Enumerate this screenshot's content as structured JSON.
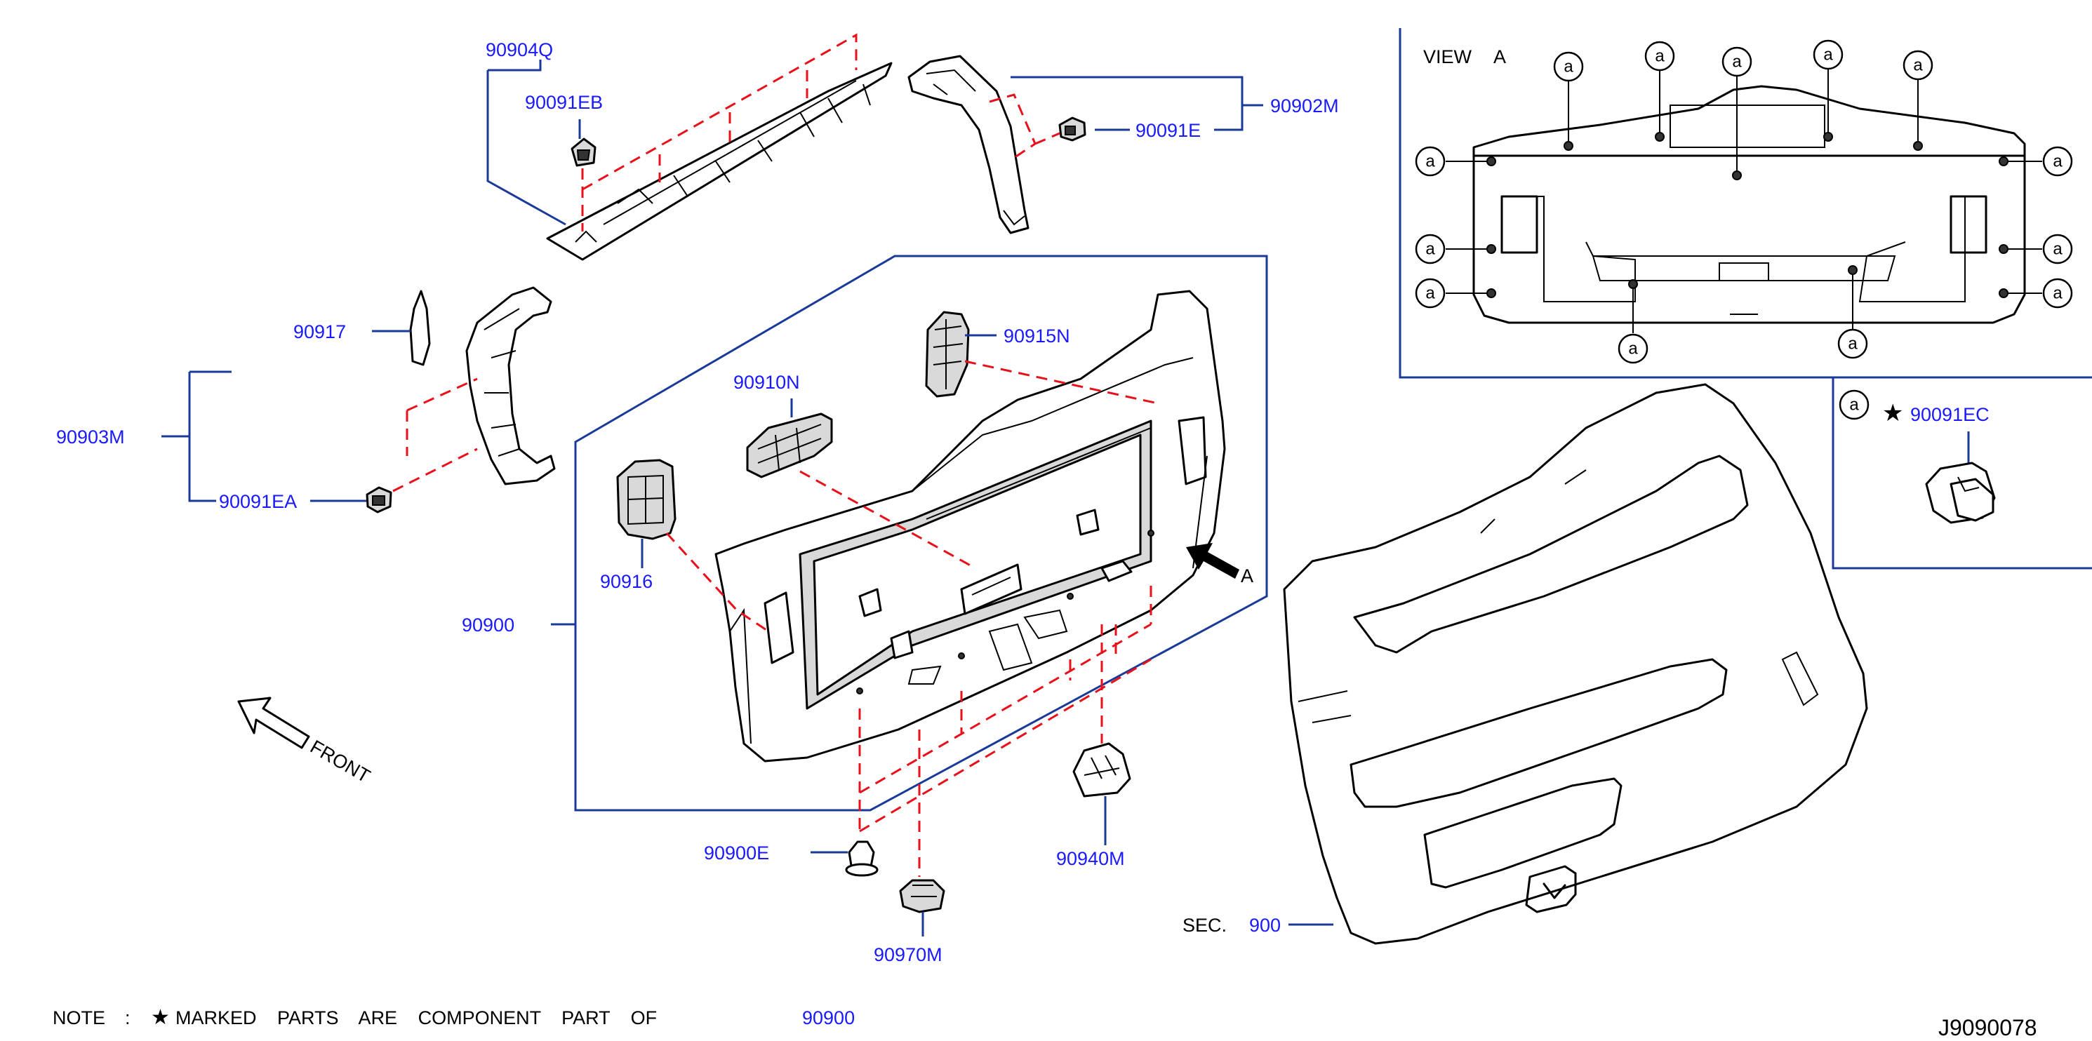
{
  "labels": {
    "p90904Q": "90904Q",
    "p90091EB": "90091EB",
    "p90902M": "90902M",
    "p90091E": "90091E",
    "p90917": "90917",
    "p90903M": "90903M",
    "p90091EA": "90091EA",
    "p90910N": "90910N",
    "p90915N": "90915N",
    "p90916": "90916",
    "p90900": "90900",
    "p90900E": "90900E",
    "p90970M": "90970M",
    "p90940M": "90940M",
    "sec_prefix": "SEC.",
    "sec_number": "900",
    "p90091EC": "90091EC",
    "arrow_a": "A"
  },
  "view": {
    "title": "VIEW",
    "letter": "A",
    "marker": "a",
    "star": "★"
  },
  "front": "FRONT",
  "note": {
    "prefix": "NOTE",
    "colon": ":",
    "star": "★",
    "text": "MARKED PARTS ARE COMPONENT PART OF",
    "part": "90900"
  },
  "figure_id": "J9090078",
  "colors": {
    "label": "#1a1aff",
    "leader": "#1a3a9a",
    "dash": "#e8101a",
    "line": "#000000"
  }
}
